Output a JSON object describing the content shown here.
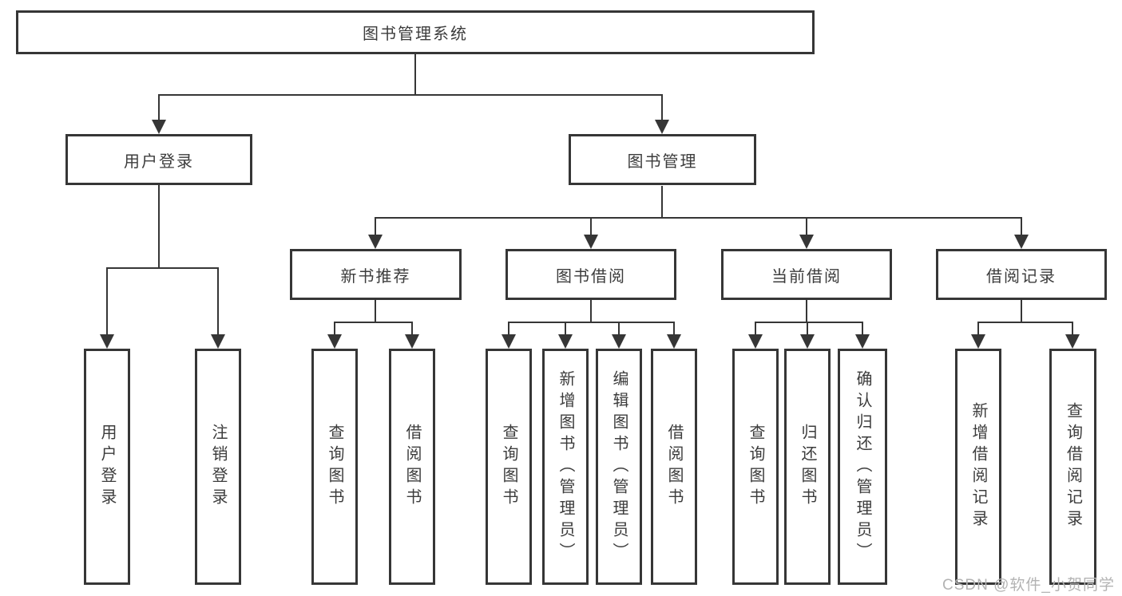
{
  "tree": {
    "label": "图书管理系统",
    "children": [
      {
        "label": "用户登录",
        "children": [
          {
            "label": "用户登录"
          },
          {
            "label": "注销登录"
          }
        ]
      },
      {
        "label": "图书管理",
        "children": [
          {
            "label": "新书推荐",
            "children": [
              {
                "label": "查询图书"
              },
              {
                "label": "借阅图书"
              }
            ]
          },
          {
            "label": "图书借阅",
            "children": [
              {
                "label": "查询图书"
              },
              {
                "label": "新增图书（管理员）"
              },
              {
                "label": "编辑图书（管理员）"
              },
              {
                "label": "借阅图书"
              }
            ]
          },
          {
            "label": "当前借阅",
            "children": [
              {
                "label": "查询图书"
              },
              {
                "label": "归还图书"
              },
              {
                "label": "确认归还（管理员）"
              }
            ]
          },
          {
            "label": "借阅记录",
            "children": [
              {
                "label": "新增借阅记录"
              },
              {
                "label": "查询借阅记录"
              }
            ]
          }
        ]
      }
    ]
  },
  "watermark": {
    "text": "CSDN @软件_小贺同学"
  },
  "colors": {
    "line": "#363636",
    "box_border": "#363636",
    "text": "#3c3c3c",
    "watermark": "#b3b3b3",
    "background": "#ffffff"
  }
}
